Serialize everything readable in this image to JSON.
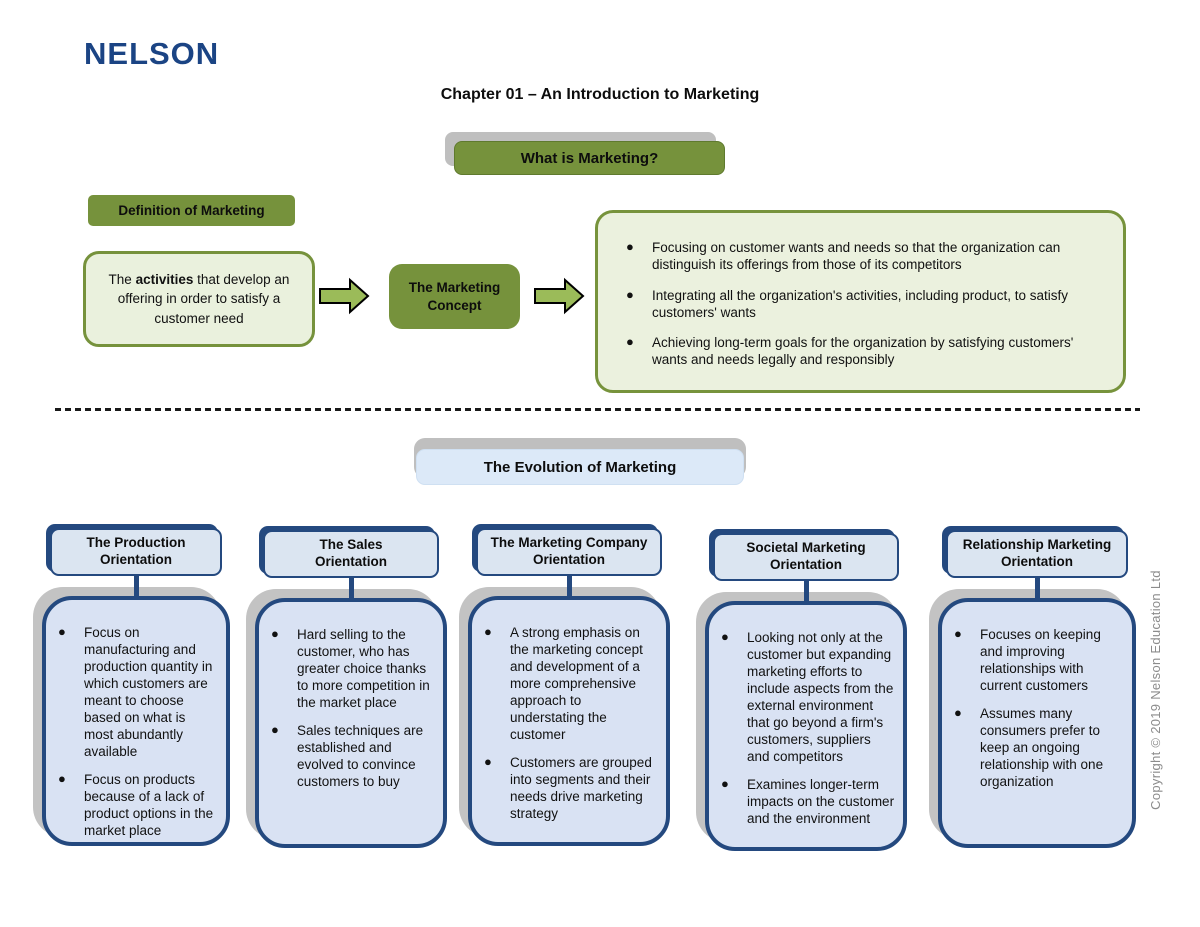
{
  "page": {
    "logo": "NELSON",
    "title": "Chapter 01 – An Introduction to Marketing",
    "copyright": "Copyright © 2019 Nelson Education Ltd"
  },
  "colors": {
    "olive_green": "#76923C",
    "light_green_fill": "#EBF1DE",
    "arrow_green": "#9BBB59",
    "navy": "#24497F",
    "header_blue_fill": "#DBE5F1",
    "body_blue_fill": "#D9E2F3",
    "banner_blue_fill": "#DCE9F8",
    "shadow_gray": "#BFBFBF",
    "logo_blue": "#1B4484"
  },
  "section1": {
    "banner": "What is Marketing?",
    "definition_label": "Definition of Marketing",
    "definition_text_pre": "The ",
    "definition_text_bold": "activities",
    "definition_text_post": " that develop an offering in order to satisfy a customer need",
    "concept_label": "The Marketing Concept",
    "concept_bullets": [
      "Focusing on customer wants and needs so that the organization can distinguish its offerings from those of its competitors",
      "Integrating all the organization's activities, including product, to satisfy customers' wants",
      "Achieving long-term goals for the organization by satisfying customers' wants and needs legally and responsibly"
    ]
  },
  "section2": {
    "banner": "The Evolution of Marketing",
    "columns": [
      {
        "title": "The Production Orientation",
        "bullets": [
          "Focus on manufacturing and production quantity in which customers are meant to choose based on what is most abundantly available",
          "Focus on products because of a lack of product options in the market place"
        ]
      },
      {
        "title": "The Sales Orientation",
        "bullets": [
          "Hard selling to the customer, who has greater choice thanks to more competition in the market place",
          "Sales techniques are established and evolved to convince customers to buy"
        ]
      },
      {
        "title": "The Marketing Company Orientation",
        "bullets": [
          "A strong emphasis on the marketing concept and development of a more comprehensive approach to understating the customer",
          "Customers are grouped into segments and their needs drive marketing strategy"
        ]
      },
      {
        "title": "Societal Marketing Orientation",
        "bullets": [
          "Looking not only at the customer but expanding marketing efforts to include aspects from the external environment that go beyond a firm's customers, suppliers and competitors",
          "Examines longer-term impacts on the customer and the environment"
        ]
      },
      {
        "title": "Relationship Marketing Orientation",
        "bullets": [
          "Focuses on keeping and improving relationships with current customers",
          "Assumes many consumers prefer to keep an ongoing relationship with one organization"
        ]
      }
    ]
  }
}
